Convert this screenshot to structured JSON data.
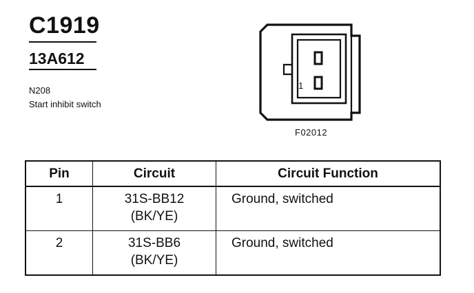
{
  "header": {
    "connector_id": "C1919",
    "part_number": "13A612",
    "location_code": "N208",
    "description": "Start inhibit switch"
  },
  "connector_view": {
    "pin_marker": "1",
    "figure_code": "F02012"
  },
  "pin_table": {
    "columns": [
      "Pin",
      "Circuit",
      "Circuit Function"
    ],
    "rows": [
      {
        "pin": "1",
        "circuit": "31S-BB12",
        "color": "(BK/YE)",
        "function": "Ground, switched"
      },
      {
        "pin": "2",
        "circuit": "31S-BB6",
        "color": "(BK/YE)",
        "function": "Ground, switched"
      }
    ]
  }
}
